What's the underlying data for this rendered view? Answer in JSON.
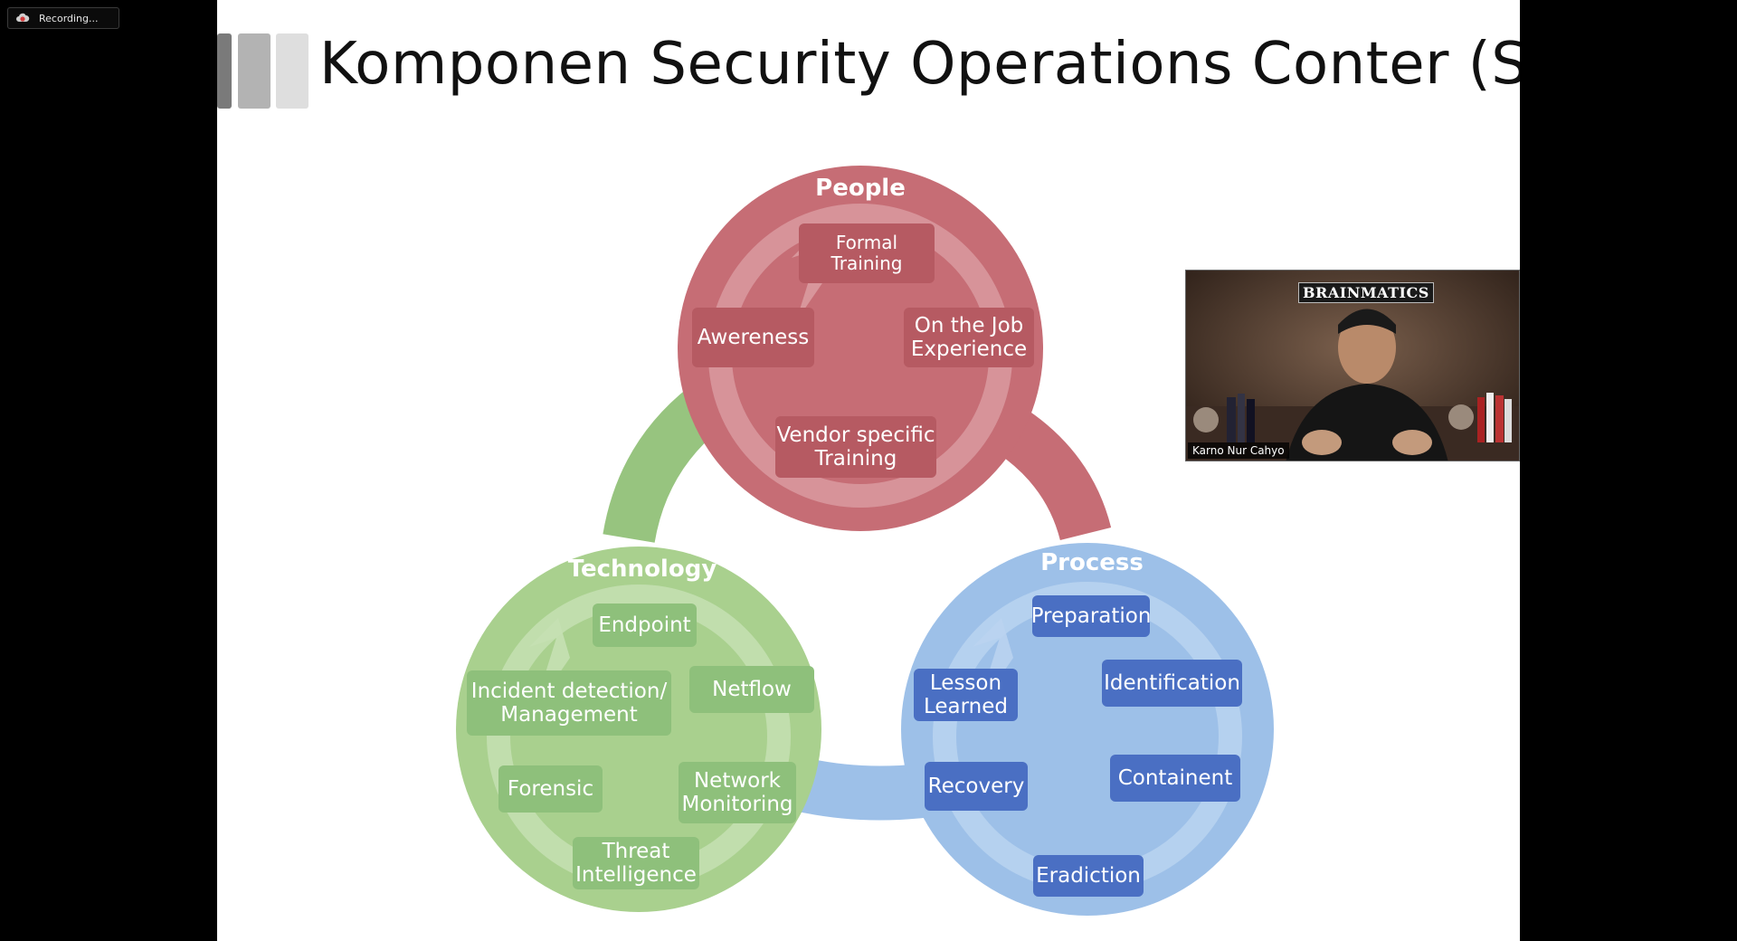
{
  "recording": {
    "label": "Recording..."
  },
  "slide": {
    "title": "Komponen Security Operations Conter (SOC)",
    "people": {
      "heading": "People",
      "items": [
        "Formal\nTraining",
        "On the Job\nExperience",
        "Vendor specific\nTraining",
        "Awereness"
      ]
    },
    "technology": {
      "heading": "Technology",
      "items": [
        "Endpoint",
        "Netflow",
        "Network\nMonitoring",
        "Threat\nIntelligence",
        "Forensic",
        "Incident detection/\nManagement"
      ]
    },
    "process": {
      "heading": "Process",
      "items": [
        "Preparation",
        "Identification",
        "Containent",
        "Eradiction",
        "Recovery",
        "Lesson\nLearned"
      ]
    }
  },
  "video": {
    "logo": "BRAINMATICS",
    "participant_name": "Karno Nur Cahyo"
  },
  "colors": {
    "people": "#c66d75",
    "technology": "#a9d08e",
    "process": "#9dc0e8",
    "title_bars": [
      "#7a7a7a",
      "#b3b3b3",
      "#dedede"
    ]
  }
}
